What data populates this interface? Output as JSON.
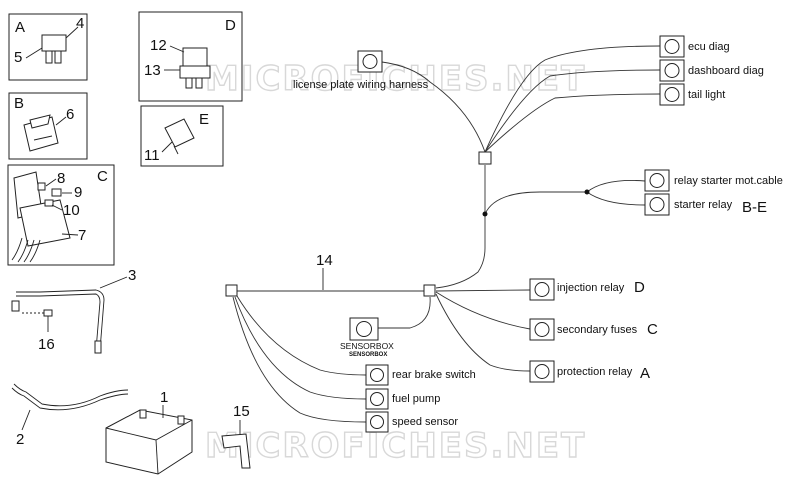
{
  "watermarks": [
    "MICROFICHES.NET",
    "MICROFICHES.NET"
  ],
  "groups": {
    "A": {
      "letter": "A",
      "numbers": [
        "4",
        "5"
      ]
    },
    "B": {
      "letter": "B",
      "numbers": [
        "6"
      ]
    },
    "C": {
      "letter": "C",
      "numbers": [
        "8",
        "9",
        "10",
        "7"
      ]
    },
    "D": {
      "letter": "D",
      "numbers": [
        "12",
        "13"
      ]
    },
    "E": {
      "letter": "E",
      "numbers": [
        "11"
      ]
    }
  },
  "loose_parts": [
    "3",
    "16",
    "1",
    "2",
    "15"
  ],
  "harness": {
    "number": "14"
  },
  "connectors": {
    "license_plate": "license plate wiring harness",
    "ecu_diag": "ecu diag",
    "dashboard_diag": "dashboard diag",
    "tail_light": "tail light",
    "relay_starter_mot_cable": "relay starter mot.cable",
    "starter_relay": "starter relay",
    "starter_relay_ref": "B-E",
    "injection_relay": "injection relay",
    "injection_relay_ref": "D",
    "secondary_fuses": "secondary fuses",
    "secondary_fuses_ref": "C",
    "protection_relay": "protection relay",
    "protection_relay_ref": "A",
    "sensorbox": "SENSORBOX",
    "sensorbox_sub": "SENSORBOX",
    "rear_brake_switch": "rear brake switch",
    "fuel_pump": "fuel pump",
    "speed_sensor": "speed sensor"
  }
}
